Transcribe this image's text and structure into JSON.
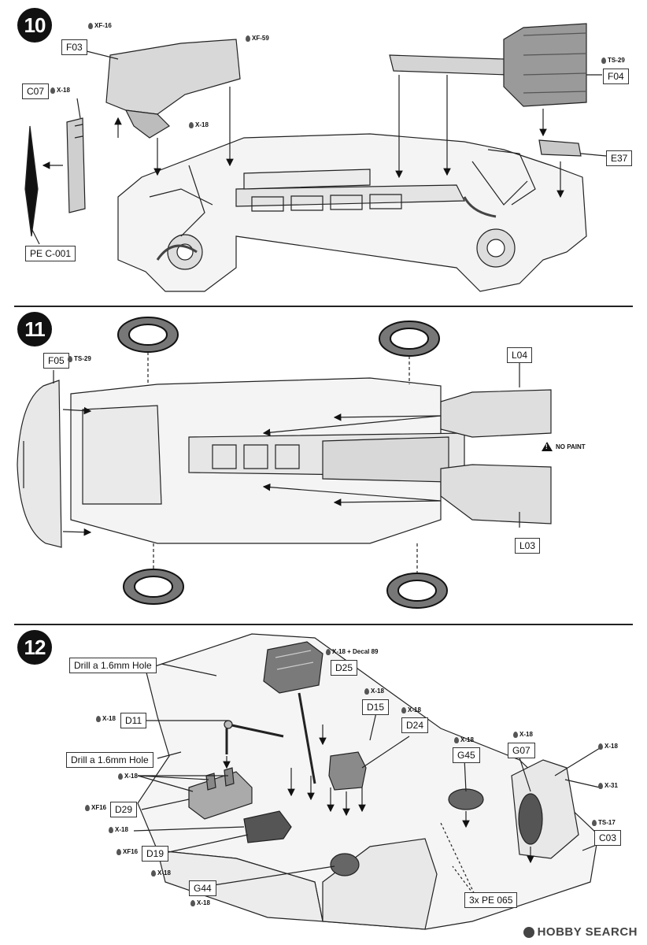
{
  "steps": [
    {
      "number": "10"
    },
    {
      "number": "11"
    },
    {
      "number": "12"
    }
  ],
  "step10": {
    "parts": {
      "f03": "F03",
      "c07": "C07",
      "pe_c001": "PE C-001",
      "f04": "F04",
      "e37": "E37"
    },
    "paints": {
      "xf16": "XF-16",
      "xf59": "XF-59",
      "x18_c07": "X-18",
      "x18_f03": "X-18",
      "ts29": "TS-29"
    }
  },
  "step11": {
    "parts": {
      "f05": "F05",
      "l04": "L04",
      "l03": "L03"
    },
    "paints": {
      "ts29": "TS-29"
    },
    "warning": "NO PAINT"
  },
  "step12": {
    "notes": {
      "drill1": "Drill a 1.6mm Hole",
      "drill2": "Drill a 1.6mm Hole"
    },
    "parts": {
      "d25": "D25",
      "d15": "D15",
      "d24": "D24",
      "d11": "D11",
      "g45": "G45",
      "g07": "G07",
      "d29": "D29",
      "d19": "D19",
      "c03": "C03",
      "g44": "G44",
      "pe065": "3x PE 065"
    },
    "paints": {
      "d25": "X-18 + Decal 89",
      "d15": "X-18",
      "d24": "X-18",
      "d11": "X-18",
      "seat": "X-18",
      "g45": "X-18",
      "g07": "X-18",
      "g07b": "X-18",
      "x31": "X-31",
      "d29": "XF16",
      "d29b": "X-18",
      "d19": "XF16",
      "d19b": "X-18",
      "ts17": "TS-17",
      "g44": "X-18"
    }
  },
  "watermark": "HOBBY SEARCH"
}
